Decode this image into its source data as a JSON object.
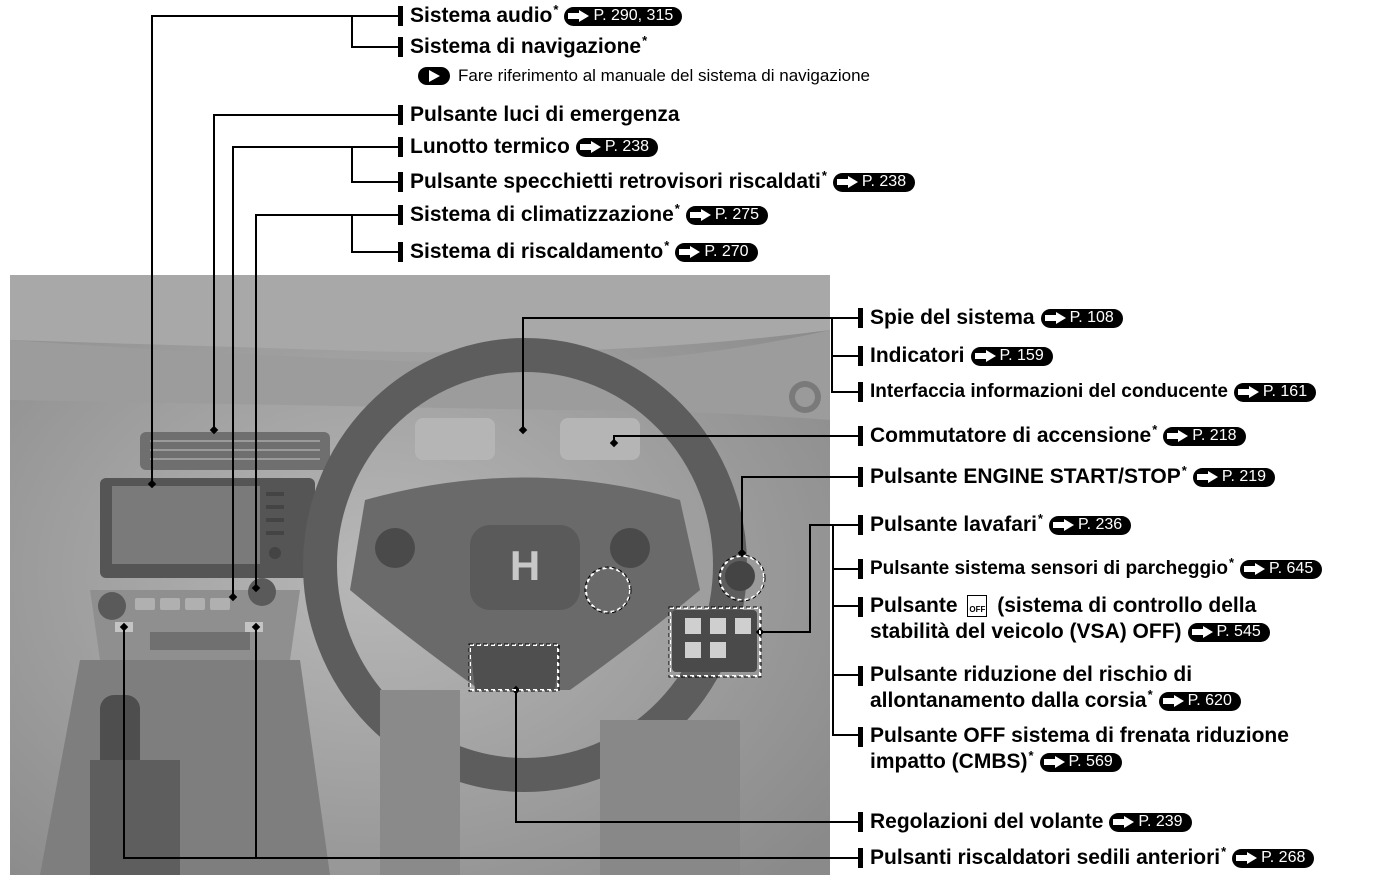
{
  "callouts": [
    {
      "id": "audio",
      "text": "Sistema audio",
      "star": true,
      "ref": "P. 290, 315"
    },
    {
      "id": "nav",
      "text": "Sistema di navigazione",
      "star": true,
      "ref": ""
    },
    {
      "id": "hazard",
      "text": "Pulsante luci di emergenza",
      "star": false,
      "ref": ""
    },
    {
      "id": "rear-defrost",
      "text": "Lunotto termico",
      "star": false,
      "ref": "P. 238"
    },
    {
      "id": "mirror-heat",
      "text": "Pulsante specchietti retrovisori riscaldati",
      "star": true,
      "ref": "P. 238"
    },
    {
      "id": "climate",
      "text": "Sistema di climatizzazione",
      "star": true,
      "ref": "P. 275"
    },
    {
      "id": "heating",
      "text": "Sistema di riscaldamento",
      "star": true,
      "ref": "P. 270"
    },
    {
      "id": "warning-lights",
      "text": "Spie del sistema",
      "star": false,
      "ref": "P. 108"
    },
    {
      "id": "gauges",
      "text": "Indicatori",
      "star": false,
      "ref": "P. 159"
    },
    {
      "id": "driver-info",
      "text": "Interfaccia informazioni del conducente",
      "star": false,
      "ref": "P. 161"
    },
    {
      "id": "ignition",
      "text": "Commutatore di accensione",
      "star": true,
      "ref": "P. 218"
    },
    {
      "id": "engine-start",
      "text": "Pulsante ENGINE START/STOP",
      "star": true,
      "ref": "P. 219"
    },
    {
      "id": "headlight-wash",
      "text": "Pulsante lavafari",
      "star": true,
      "ref": "P. 236"
    },
    {
      "id": "parking-sensor",
      "text": "Pulsante sistema sensori di parcheggio",
      "star": true,
      "ref": "P. 645"
    },
    {
      "id": "vsa",
      "text": "",
      "star": false,
      "ref": "P. 545",
      "line1": "Pulsante",
      "line1b": "(sistema di controllo della",
      "line2": "stabilità del veicolo (VSA) OFF)"
    },
    {
      "id": "lane",
      "text": "",
      "star": true,
      "ref": "P. 620",
      "line1": "Pulsante riduzione del rischio di",
      "line2": "allontanamento dalla corsia"
    },
    {
      "id": "cmbs",
      "text": "",
      "star": true,
      "ref": "P. 569",
      "line1": "Pulsante OFF sistema di frenata riduzione",
      "line2": "impatto (CMBS)"
    },
    {
      "id": "steering-adjust",
      "text": "Regolazioni del volante",
      "star": false,
      "ref": "P. 239"
    },
    {
      "id": "seat-heaters",
      "text": "Pulsanti riscaldatori sedili anteriori",
      "star": true,
      "ref": "P. 268"
    }
  ],
  "nav_note": "Fare riferimento al manuale del sistema di navigazione",
  "star_symbol": "*",
  "wheel_logo": "H",
  "vsa_icon_label": "OFF"
}
